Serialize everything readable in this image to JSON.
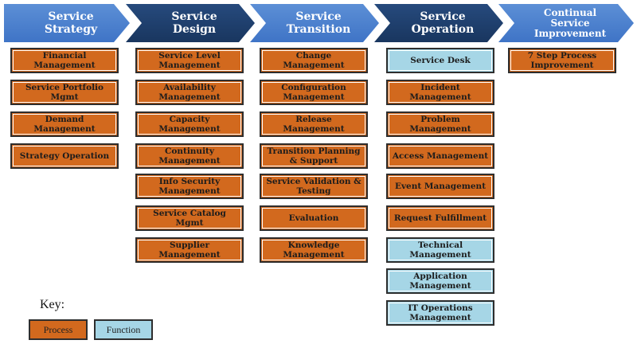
{
  "phases": [
    {
      "title": "Service\nStrategy"
    },
    {
      "title": "Service\nDesign"
    },
    {
      "title": "Service\nTransition"
    },
    {
      "title": "Service\nOperation"
    },
    {
      "title": "Continual\nService\nImprovement"
    }
  ],
  "strategy": [
    "Financial Management",
    "Service Portfolio Mgmt",
    "Demand Management",
    "Strategy Operation"
  ],
  "design": [
    "Service Level Management",
    "Availability Management",
    "Capacity Management",
    "Continuity Management",
    "Info Security Management",
    "Service Catalog  Mgmt",
    "Supplier Management"
  ],
  "transition": [
    "Change Management",
    "Configuration Management",
    "Release Management",
    "Transition Planning & Support",
    "Service Validation & Testing",
    "Evaluation",
    "Knowledge Management"
  ],
  "operation": [
    {
      "label": "Service Desk",
      "kind": "function"
    },
    {
      "label": "Incident Management",
      "kind": "process"
    },
    {
      "label": "Problem Management",
      "kind": "process"
    },
    {
      "label": "Access Management",
      "kind": "process"
    },
    {
      "label": "Event Management",
      "kind": "process"
    },
    {
      "label": "Request Fulfillment",
      "kind": "process"
    },
    {
      "label": "Technical Management",
      "kind": "function"
    },
    {
      "label": "Application Management",
      "kind": "function"
    },
    {
      "label": "IT Operations Management",
      "kind": "function"
    }
  ],
  "improvement": [
    "7 Step Process Improvement"
  ],
  "key": {
    "title": "Key:",
    "process": "Process",
    "function": "Function"
  },
  "colors": {
    "process": "#d2691e",
    "function": "#a6d6e6",
    "chevron_light": "#4a7fcc",
    "chevron_dark": "#1f3f6e"
  }
}
